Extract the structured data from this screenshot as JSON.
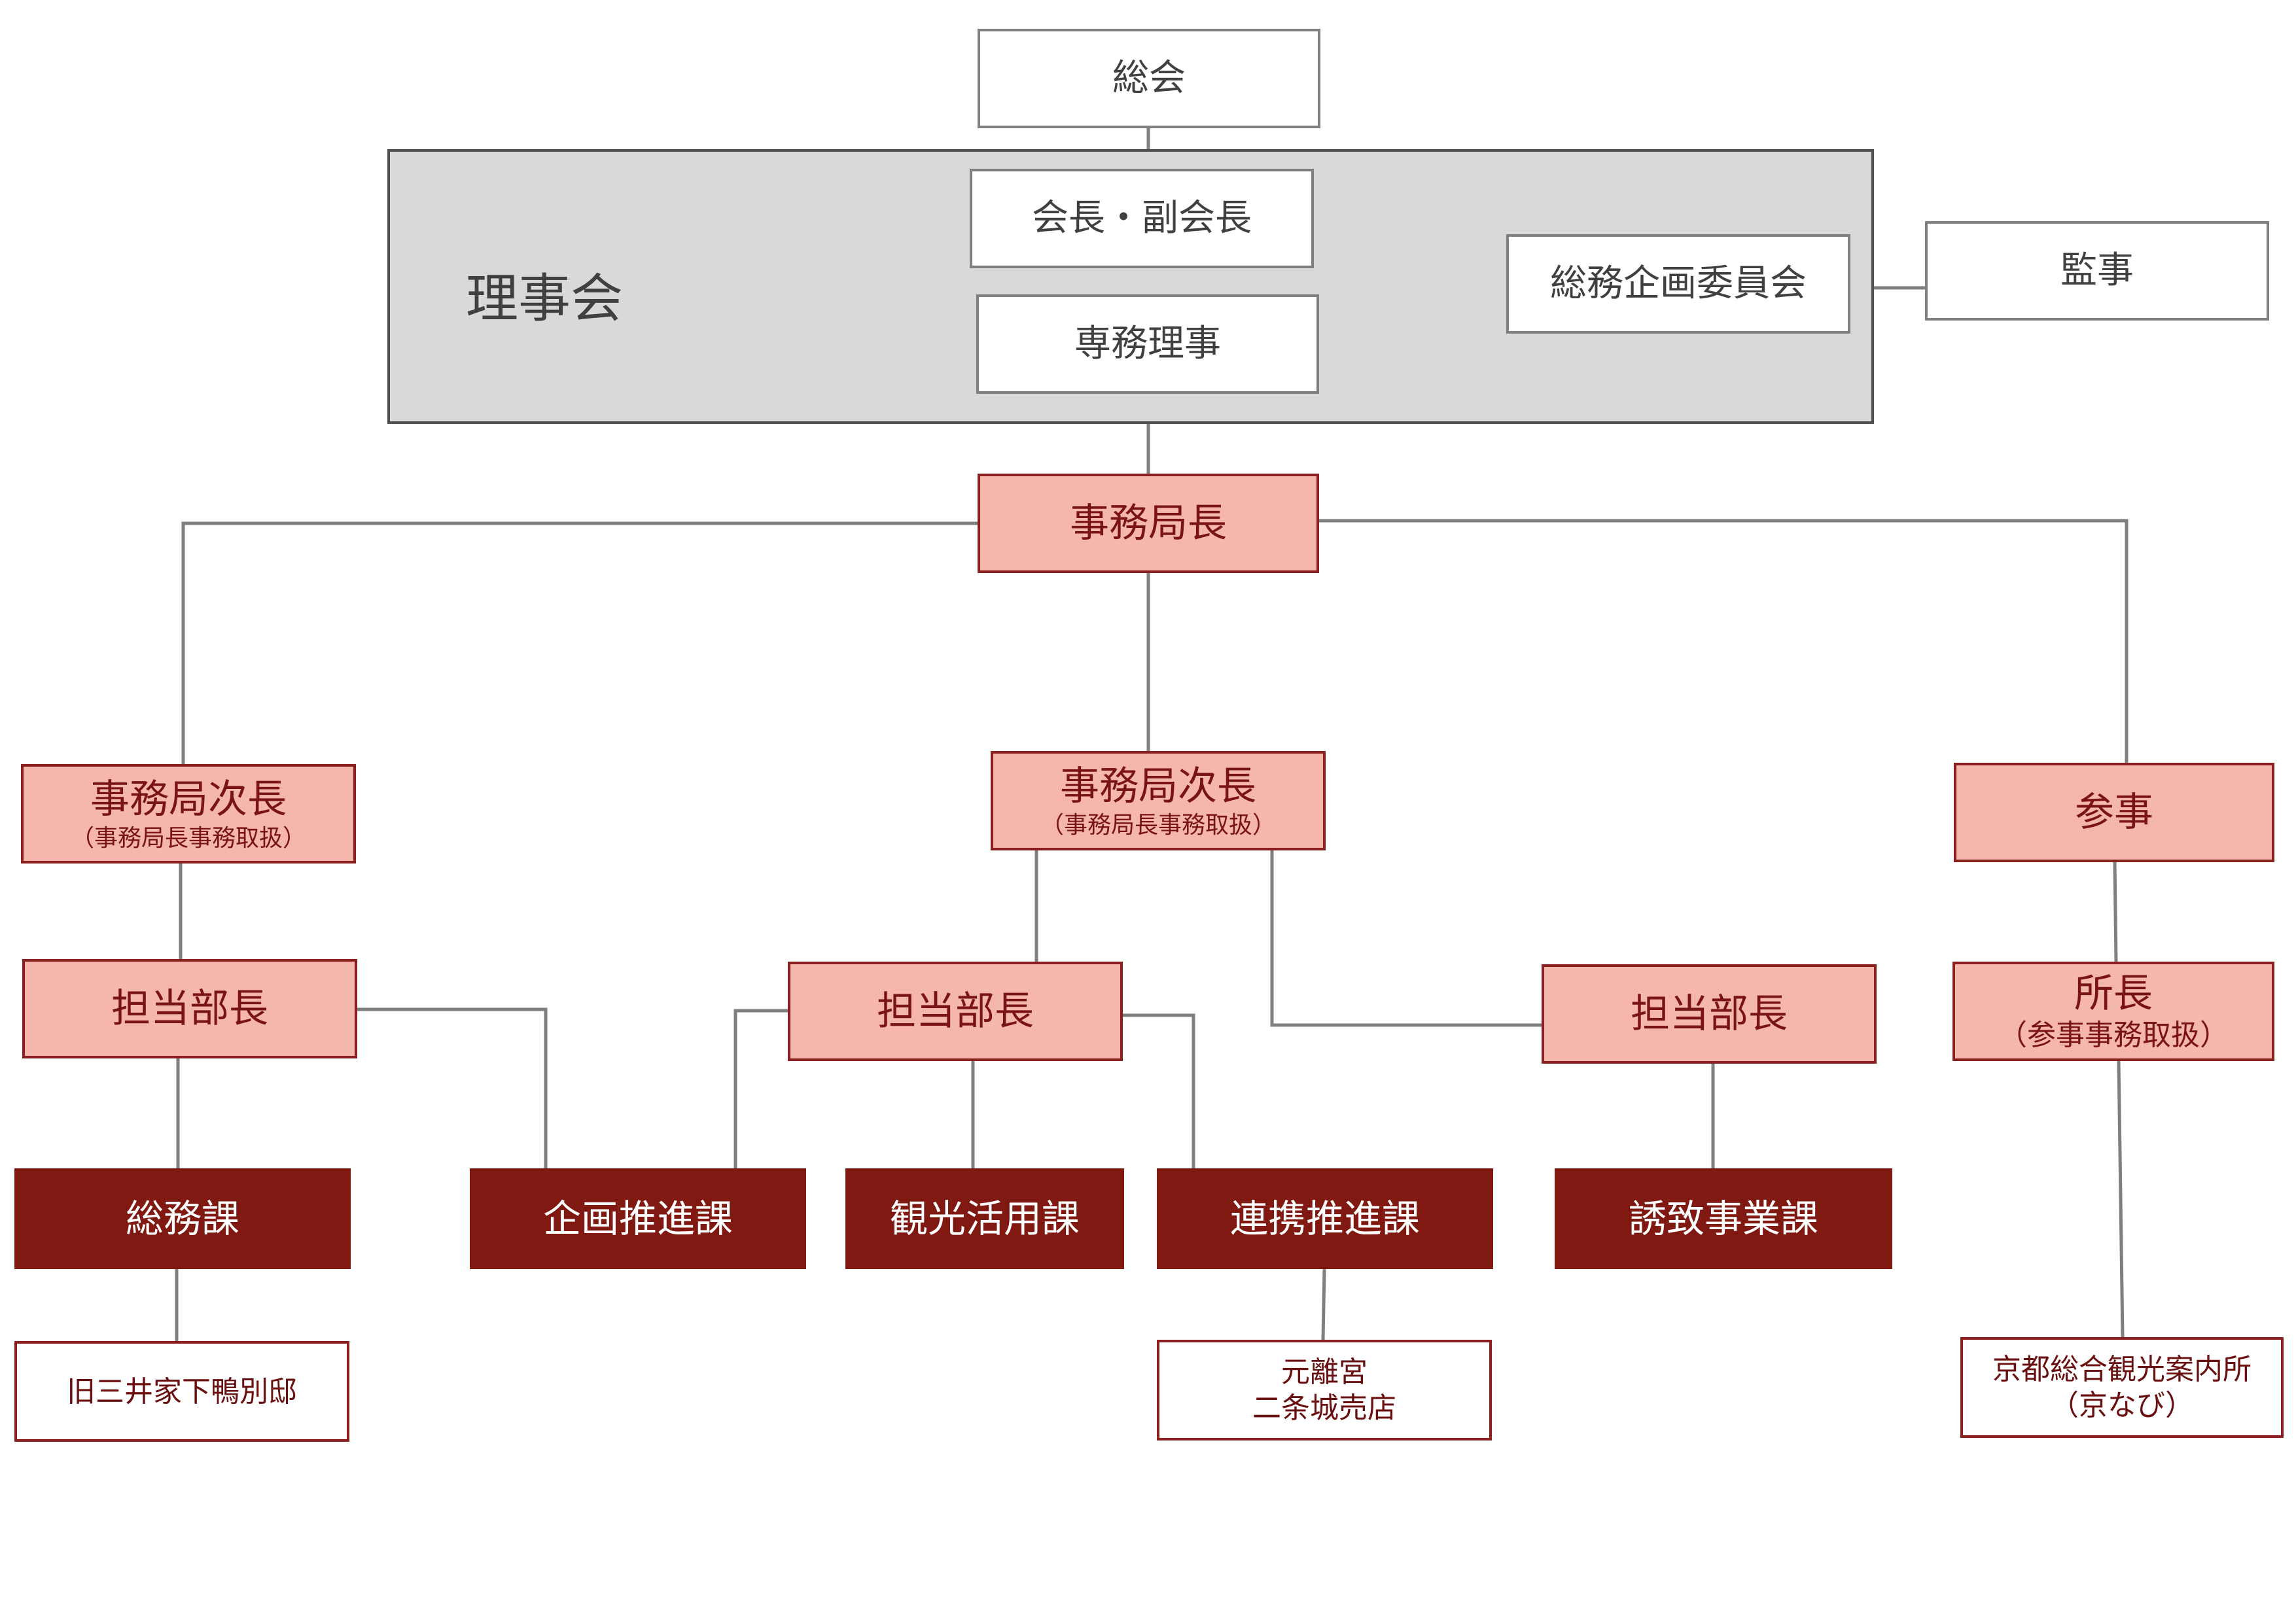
{
  "governance": {
    "general_meeting": "総会",
    "board": "理事会",
    "chair": "会長・副会長",
    "exec_director": "専務理事",
    "committee": "総務企画委員会",
    "auditor": "監事"
  },
  "secretariat": {
    "secretary_general": "事務局長",
    "deputy_left": "事務局次長",
    "deputy_left_note": "（事務局長事務取扱）",
    "deputy_center": "事務局次長",
    "deputy_center_note": "（事務局長事務取扱）",
    "councilor": "参事",
    "manager_1": "担当部長",
    "manager_2": "担当部長",
    "manager_3": "担当部長",
    "director": "所長",
    "director_note": "（参事事務取扱）"
  },
  "sections": {
    "general_affairs": "総務課",
    "planning": "企画推進課",
    "tourism": "観光活用課",
    "partnership": "連携推進課",
    "attraction": "誘致事業課"
  },
  "facilities": {
    "shimogamo_line1": "旧三井家下鴨別邸",
    "rikyu_line1": "元離宮",
    "rikyu_line2": "二条城売店",
    "kyonavi_line1": "京都総合観光案内所",
    "kyonavi_line2": "（京なび）"
  },
  "colors": {
    "connector": "#7f7f7f",
    "pink_fill": "#f4b6ad",
    "dark_fill": "#7f1912",
    "board_fill": "#d9d9d9"
  }
}
